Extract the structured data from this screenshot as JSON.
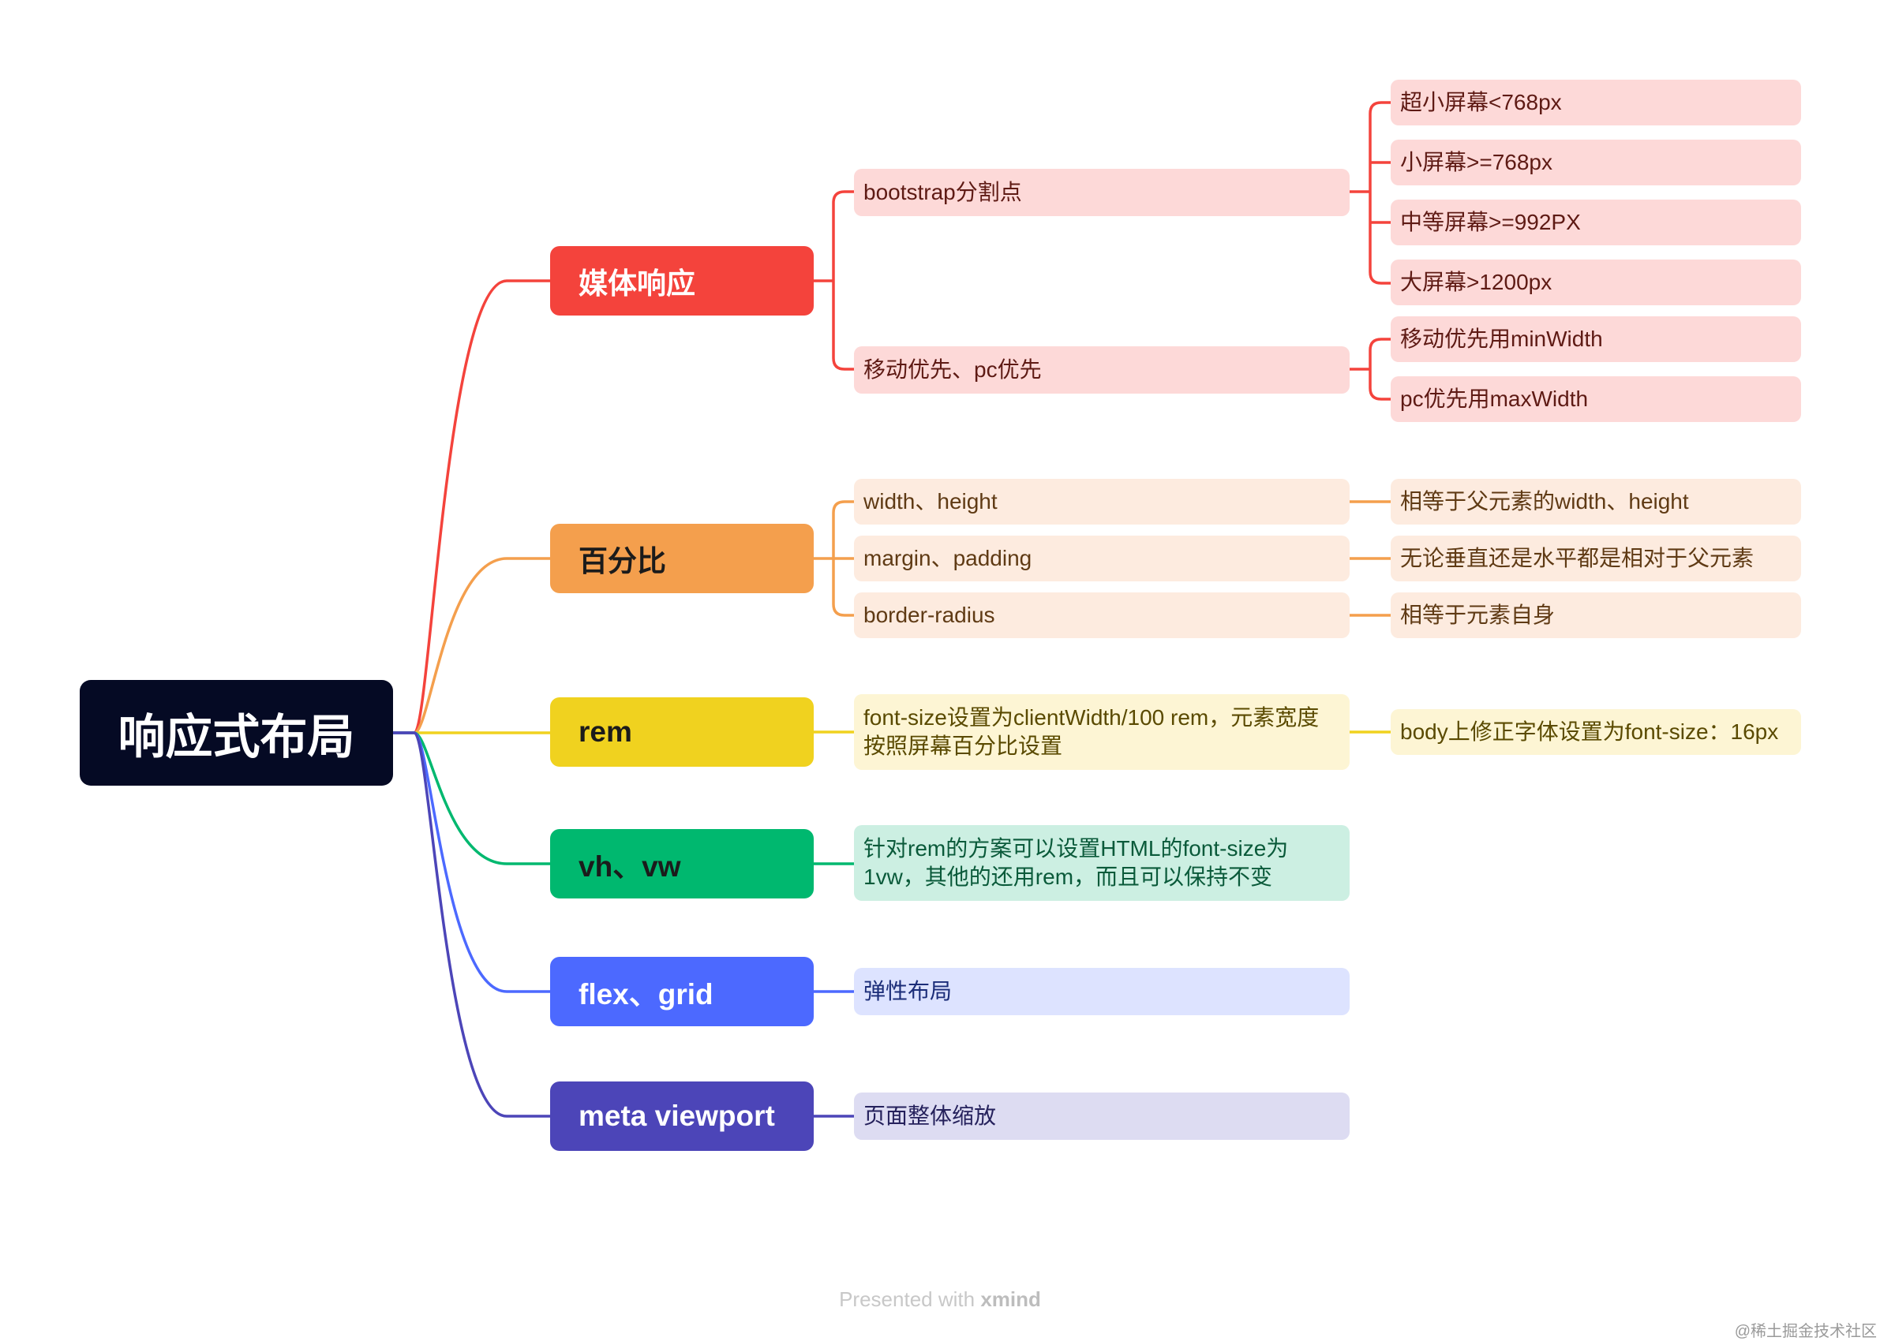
{
  "root": "响应式布局",
  "colors": {
    "red": "#f4433c",
    "orange": "#f49f4d",
    "yellow": "#f0d21f",
    "green": "#00b86f",
    "blue": "#4c69ff",
    "purple": "#4c45b8"
  },
  "branches": [
    {
      "label": "媒体响应",
      "children": [
        {
          "label": "bootstrap分割点",
          "children": [
            "超小屏幕<768px",
            "小屏幕>=768px",
            "中等屏幕>=992PX",
            "大屏幕>1200px"
          ]
        },
        {
          "label": "移动优先、pc优先",
          "children": [
            "移动优先用minWidth",
            "pc优先用maxWidth"
          ]
        }
      ]
    },
    {
      "label": "百分比",
      "children": [
        {
          "label": "width、height",
          "children": [
            "相等于父元素的width、height"
          ]
        },
        {
          "label": "margin、padding",
          "children": [
            "无论垂直还是水平都是相对于父元素"
          ]
        },
        {
          "label": "border-radius",
          "children": [
            "相等于元素自身"
          ]
        }
      ]
    },
    {
      "label": "rem",
      "children": [
        {
          "label_line1": "font-size设置为clientWidth/100 rem，元素宽度",
          "label_line2": "按照屏幕百分比设置",
          "children": [
            "body上修正字体设置为font-size：16px"
          ]
        }
      ]
    },
    {
      "label": "vh、vw",
      "children": [
        {
          "label_line1": "针对rem的方案可以设置HTML的font-size为",
          "label_line2": "1vw，其他的还用rem，而且可以保持不变"
        }
      ]
    },
    {
      "label": "flex、grid",
      "children": [
        {
          "label": "弹性布局"
        }
      ]
    },
    {
      "label": "meta viewport",
      "children": [
        {
          "label": "页面整体缩放"
        }
      ]
    }
  ],
  "footer": {
    "prefix": "Presented with",
    "brand": "xmind"
  },
  "watermark": "@稀土掘金技术社区"
}
